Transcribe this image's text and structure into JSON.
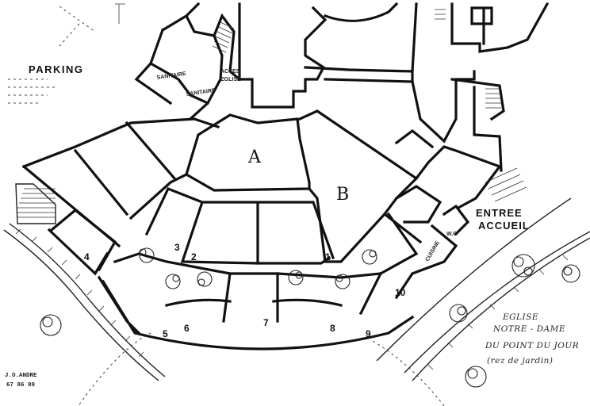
{
  "labels": {
    "parking": "PARKING",
    "sanitaire_1": "SANITAIRE",
    "sanitaire_2": "SANITAIRE",
    "acces_line1": "ACCES",
    "acces_line2": "EGLISE",
    "entree_line1": "ENTREE",
    "entree_line2": "ACCUEIL",
    "cuisine": "CUISINE",
    "wc": "W.C",
    "hall_a": "A",
    "hall_b": "B"
  },
  "rooms": [
    "1",
    "2",
    "3",
    "4",
    "5",
    "6",
    "7",
    "8",
    "9",
    "10"
  ],
  "title": {
    "line1": "EGLISE",
    "line2": "NOTRE - DAME",
    "line3": "DU POINT DU JOUR",
    "line4": "(rez de jardin)"
  },
  "credit": {
    "line1": "J.O.ANDRE",
    "line2": "67 86 89"
  }
}
